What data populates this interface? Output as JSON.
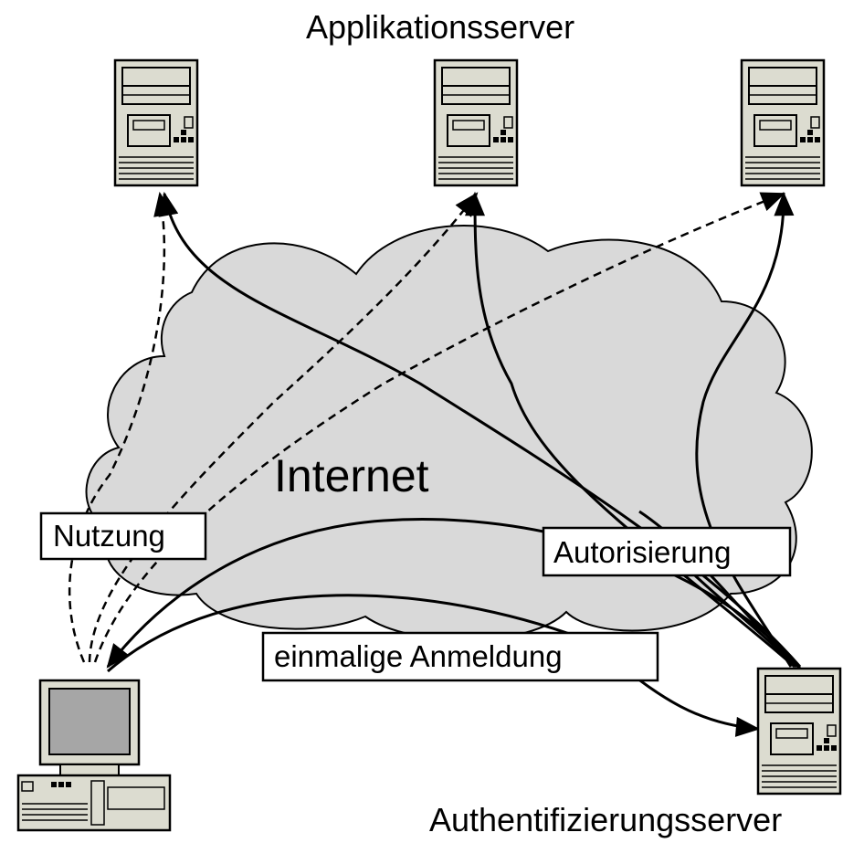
{
  "title_top": "Applikationsserver",
  "title_bottom": "Authentifizierungsserver",
  "cloud_label": "Internet",
  "labels": {
    "usage": "Nutzung",
    "authorization": "Autorisierung",
    "single_sign_on": "einmalige Anmeldung"
  },
  "colors": {
    "cloud_fill": "#d9d9d9",
    "server_body": "#dcdcd0",
    "monitor_screen": "#a6a6a6",
    "stroke": "#000000"
  },
  "icons": [
    "server-icon",
    "server-icon",
    "server-icon",
    "server-icon",
    "workstation-icon"
  ]
}
